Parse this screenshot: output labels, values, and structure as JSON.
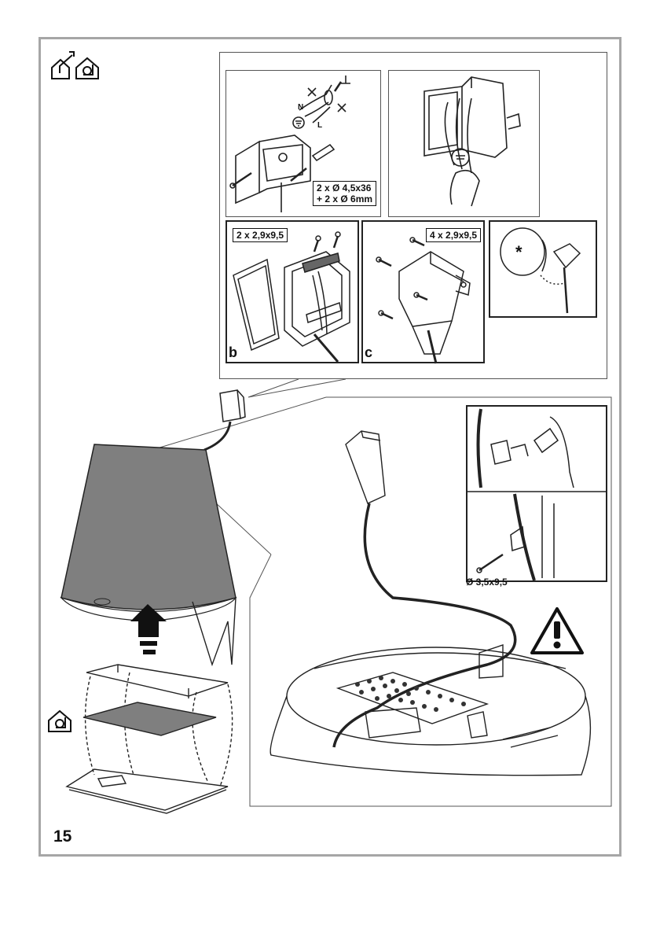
{
  "page": {
    "number": "15"
  },
  "icons": {
    "top_left": [
      "house-outlet-icon",
      "house-recirculation-icon"
    ],
    "filter_step": "house-recirculation-icon",
    "warning": "warning-triangle-icon"
  },
  "labels": {
    "neutral": "N",
    "live": "L",
    "screws_dowels_line1": "2 x Ø 4,5x36",
    "screws_dowels_line2": "+ 2 x Ø 6mm",
    "screws_b": "2 x 2,9x9,5",
    "screws_c": "4 x 2,9x9,5",
    "step_b": "b",
    "step_c": "c",
    "asterisk": "*",
    "screw_detail": "Ø 3,5x9,5"
  },
  "colors": {
    "frame": "#a6a6a6",
    "hood_fill": "#7f7f7f",
    "line": "#222222"
  }
}
